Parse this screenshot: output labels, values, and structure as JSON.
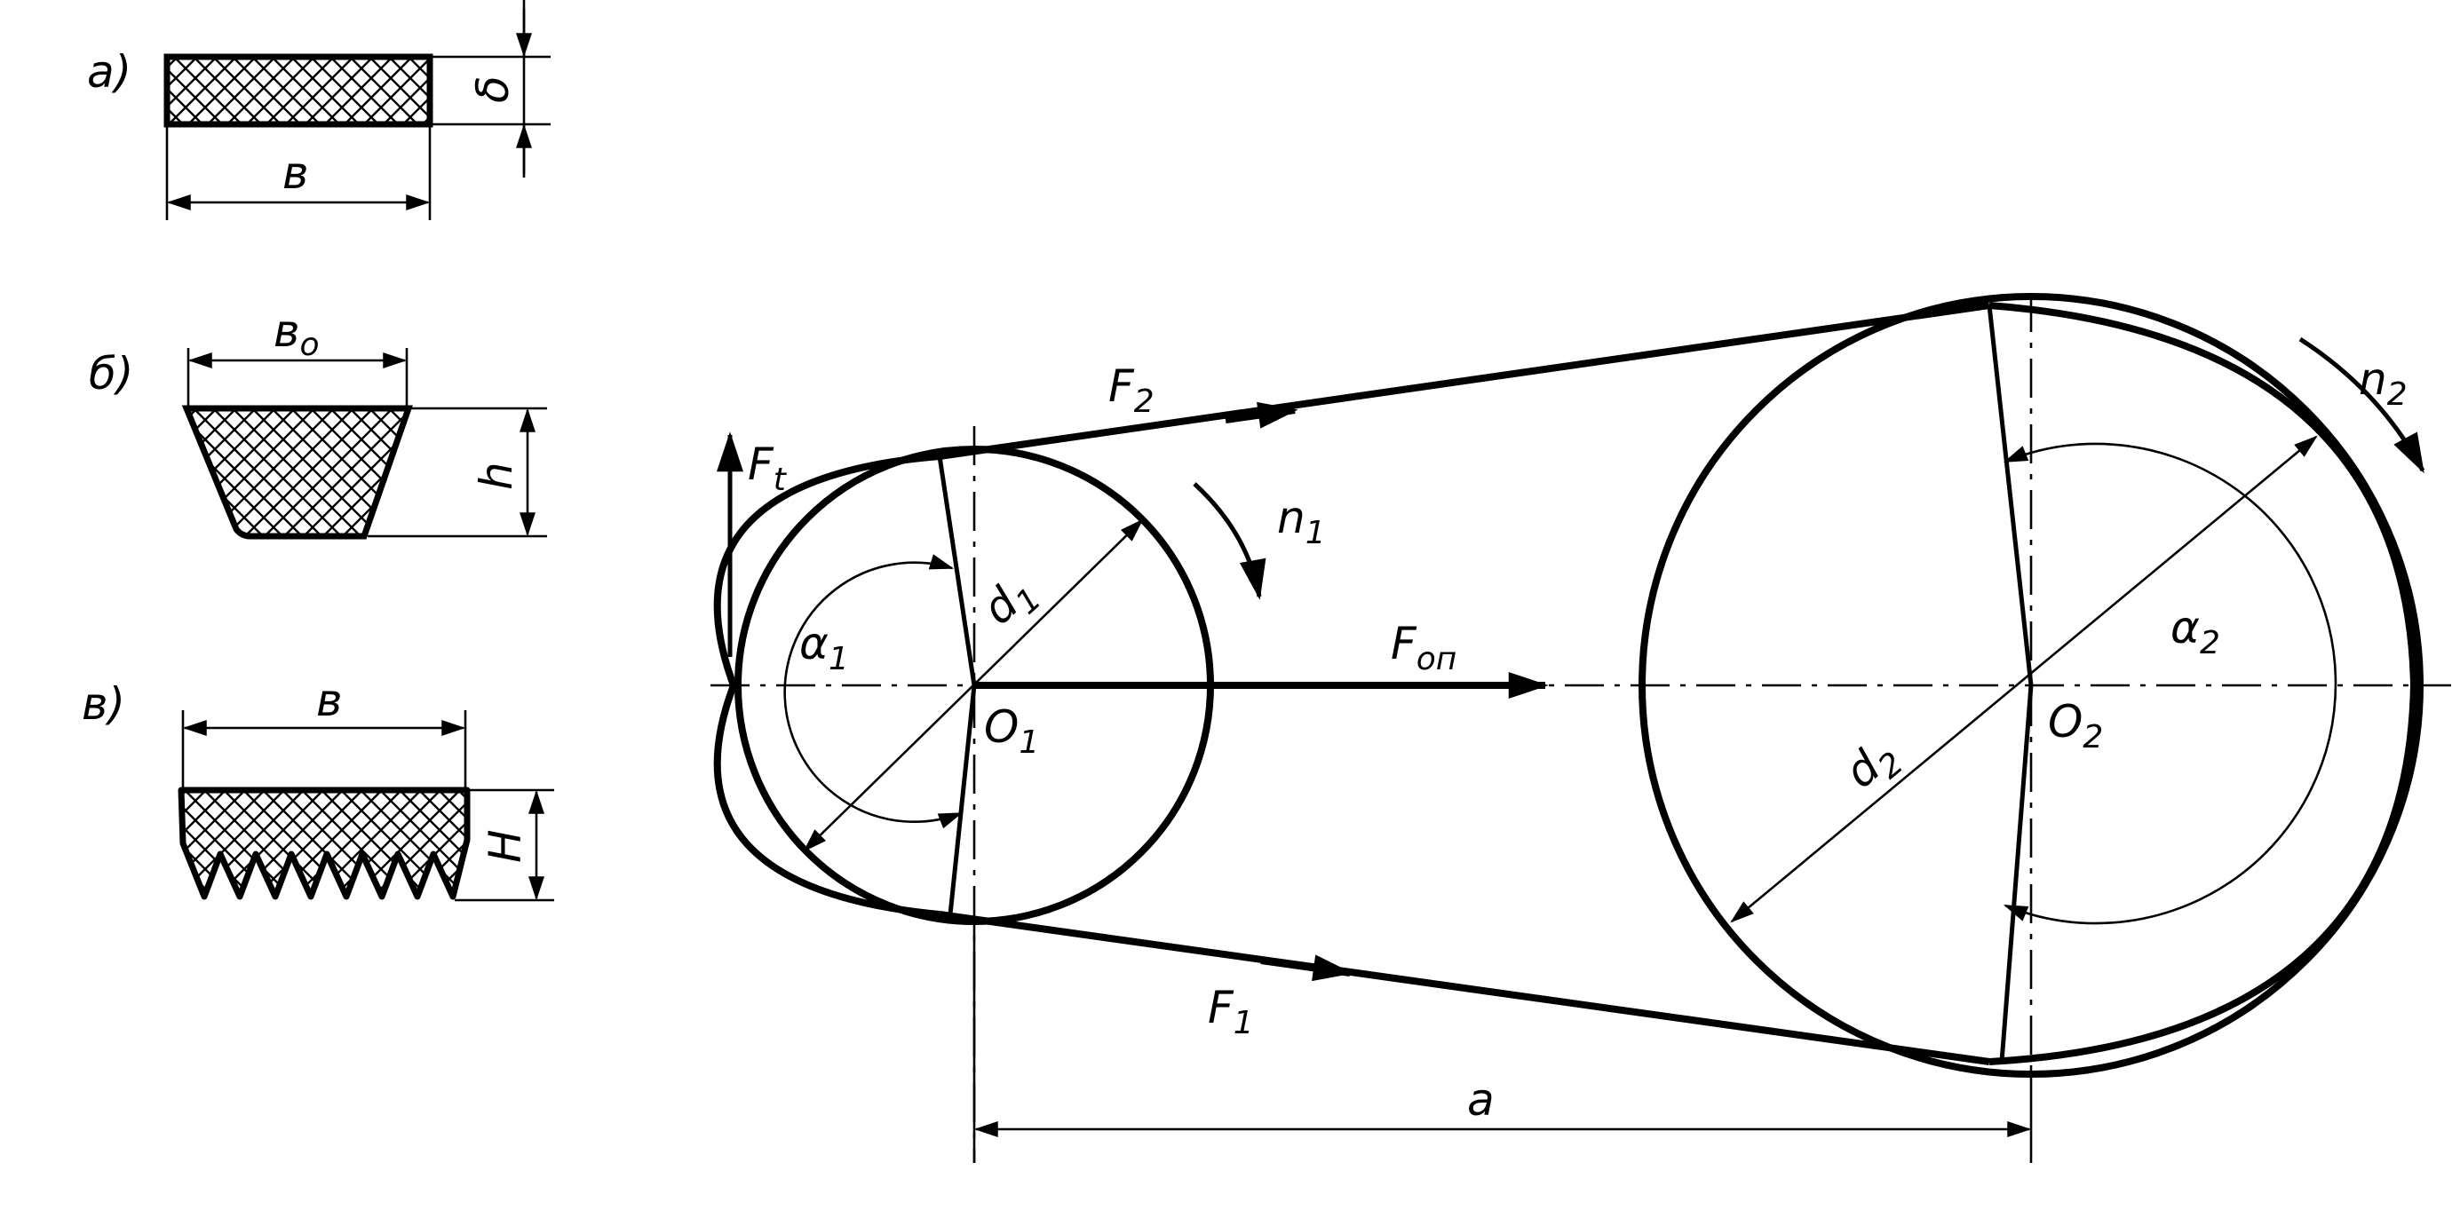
{
  "sections": {
    "a": "а)",
    "b": "б)",
    "c": "в)"
  },
  "belt_flat": {
    "width": "в",
    "thickness": "δ"
  },
  "belt_vbelt": {
    "top_width": "в",
    "top_width_sub": "о",
    "height": "h"
  },
  "belt_ribbed": {
    "width": "в",
    "height": "H"
  },
  "drive": {
    "F1": "F",
    "F1_sub": "1",
    "F2": "F",
    "F2_sub": "2",
    "Ft": "F",
    "Ft_sub": "t",
    "Fon": "F",
    "Fon_sub": "оп",
    "n1": "n",
    "n1_sub": "1",
    "n2": "n",
    "n2_sub": "2",
    "d1": "d",
    "d1_sub": "1",
    "d2": "d",
    "d2_sub": "2",
    "alpha1": "α",
    "alpha1_sub": "1",
    "alpha2": "α",
    "alpha2_sub": "2",
    "O1": "O",
    "O1_sub": "1",
    "O2": "O",
    "O2_sub": "2",
    "center_distance": "a"
  }
}
